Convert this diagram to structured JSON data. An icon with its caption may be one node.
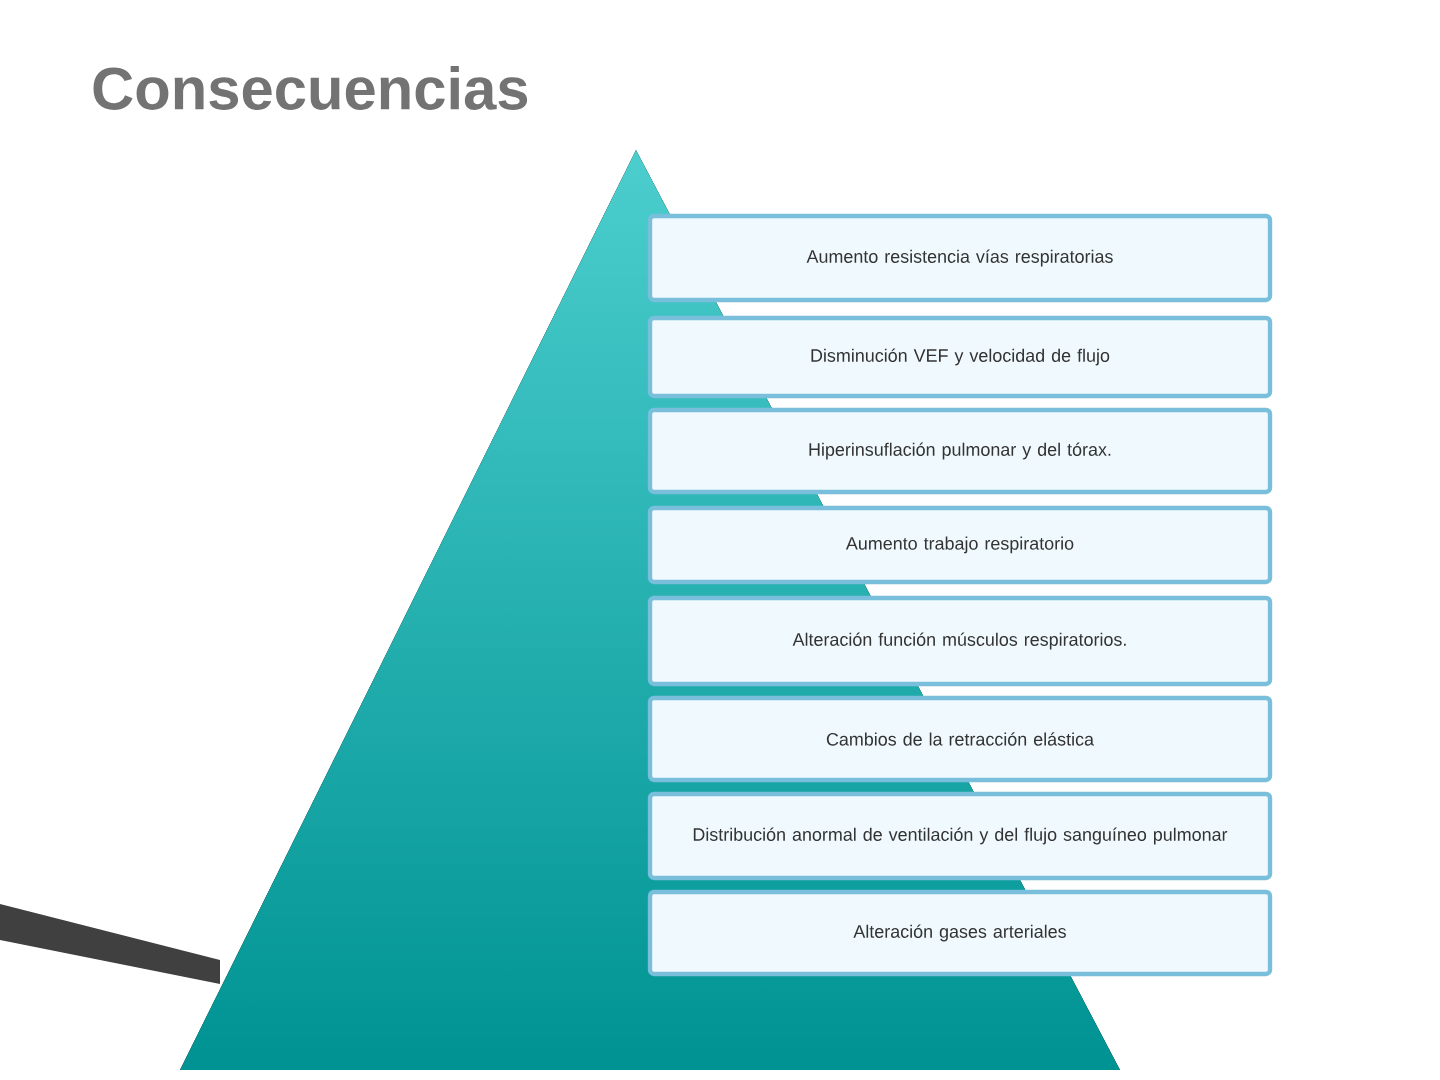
{
  "diagram": {
    "title": "Consecuencias",
    "nodes": [
      {
        "text": [
          "Aumento resistencia vías respiratorias"
        ]
      },
      {
        "text": [
          "Disminución VEF y velocidad de flujo"
        ]
      },
      {
        "text": [
          "Hiperinsuflación pulmonar y del tórax."
        ]
      },
      {
        "text": [
          "Aumento trabajo respiratorio"
        ]
      },
      {
        "text": [
          "Alteración función músculos respiratorios."
        ]
      },
      {
        "text": [
          "Cambios de la retracción elástica"
        ]
      },
      {
        "text": [
          "Distribución anormal de ventilación y del flujo sanguíneo pulmonar"
        ]
      },
      {
        "text": [
          "Alteración gases arteriales"
        ]
      }
    ]
  }
}
